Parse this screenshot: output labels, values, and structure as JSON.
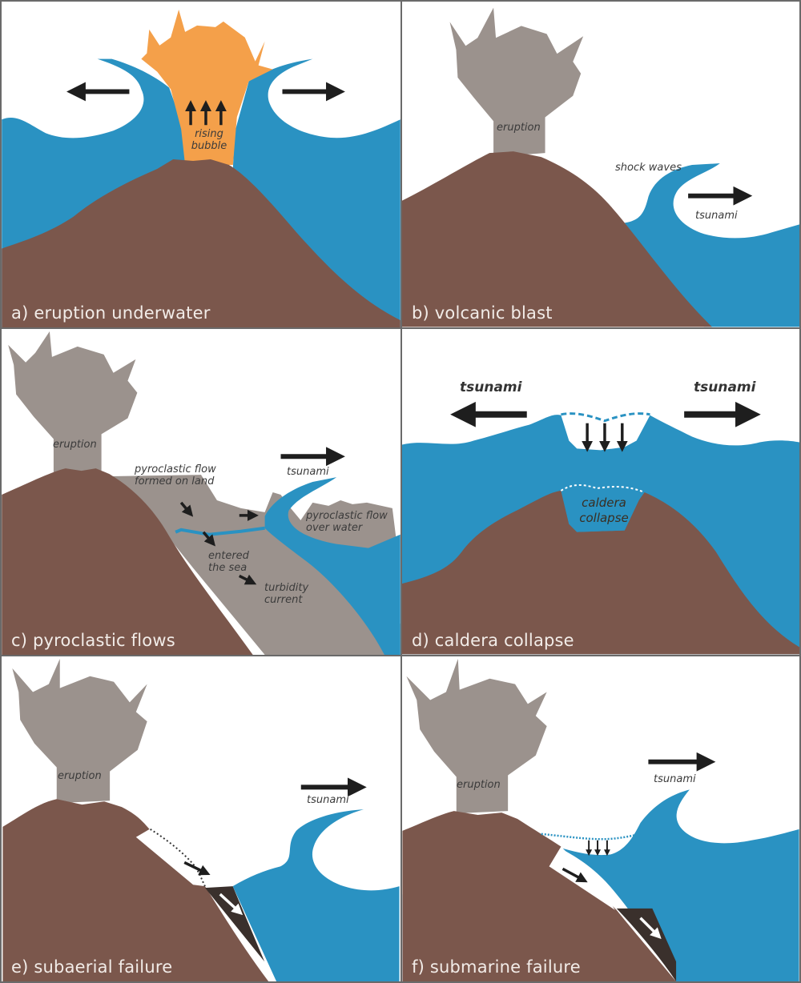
{
  "figure": {
    "colors": {
      "water": "#2a92c2",
      "rock": "#7b574c",
      "ash": "#9b928d",
      "plume_underwater": "#f4a04a",
      "slide_block": "#3a302c",
      "arrow": "#1e1e1e",
      "border": "#6a6a6a",
      "caption_text": "#f2ece8"
    },
    "panels": [
      {
        "id": "a",
        "caption": "a) eruption underwater",
        "labels": {
          "bubble_line1": "rising",
          "bubble_line2": "bubble"
        },
        "arrows": [
          "left",
          "right",
          "up",
          "up",
          "up"
        ]
      },
      {
        "id": "b",
        "caption": "b) volcanic blast",
        "labels": {
          "eruption": "eruption",
          "shock_waves": "shock waves",
          "tsunami": "tsunami"
        },
        "arrows": [
          "right"
        ]
      },
      {
        "id": "c",
        "caption": "c) pyroclastic flows",
        "labels": {
          "eruption": "eruption",
          "flow_land_line1": "pyroclastic flow",
          "flow_land_line2": "formed on land",
          "tsunami": "tsunami",
          "flow_water_line1": "pyroclastic flow",
          "flow_water_line2": "over water",
          "entered_line1": "entered",
          "entered_line2": "the sea",
          "turbidity_line1": "turbidity",
          "turbidity_line2": "current"
        },
        "arrows": [
          "right",
          "down-right",
          "right",
          "down-right",
          "down-right"
        ]
      },
      {
        "id": "d",
        "caption": "d) caldera collapse",
        "labels": {
          "tsunami_left": "tsunami",
          "tsunami_right": "tsunami",
          "caldera_line1": "caldera",
          "caldera_line2": "collapse"
        },
        "arrows": [
          "left",
          "right",
          "down",
          "down",
          "down"
        ]
      },
      {
        "id": "e",
        "caption": "e) subaerial failure",
        "labels": {
          "eruption": "eruption",
          "tsunami": "tsunami"
        },
        "arrows": [
          "right",
          "down-right",
          "down-right-white"
        ]
      },
      {
        "id": "f",
        "caption": "f) submarine failure",
        "labels": {
          "eruption": "eruption",
          "tsunami": "tsunami"
        },
        "arrows": [
          "right",
          "down",
          "down",
          "down",
          "down-right",
          "down-right-white"
        ]
      }
    ]
  }
}
